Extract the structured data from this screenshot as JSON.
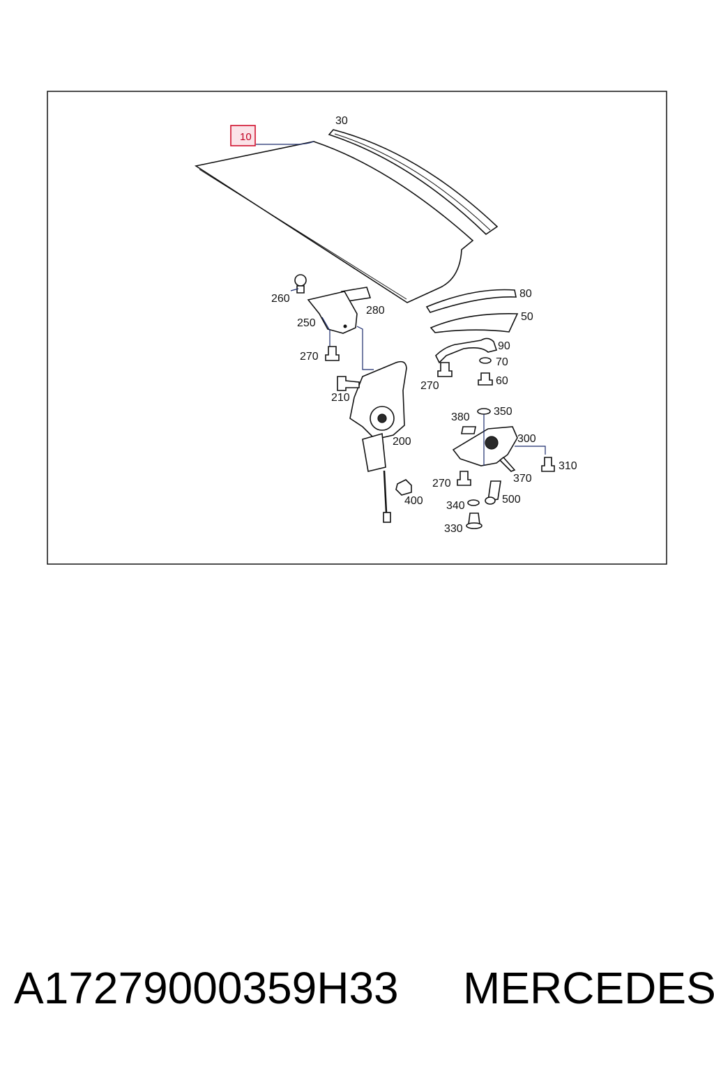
{
  "diagram": {
    "highlighted_part": "10",
    "callouts": [
      "30",
      "80",
      "50",
      "90",
      "70",
      "60",
      "260",
      "280",
      "250",
      "270",
      "210",
      "200",
      "380",
      "350",
      "300",
      "310",
      "370",
      "500",
      "340",
      "330",
      "400"
    ]
  },
  "footer": {
    "part_number": "A17279000359H33",
    "brand": "MERCEDES"
  }
}
